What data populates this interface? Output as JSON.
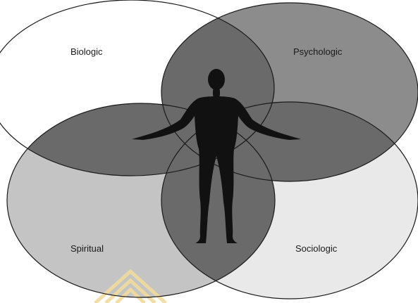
{
  "diagram": {
    "type": "four-circle-venn",
    "sets": [
      {
        "id": "biologic",
        "label": "Biologic",
        "fill": "#ffffff"
      },
      {
        "id": "psychologic",
        "label": "Psychologic",
        "fill": "#8c8c8c"
      },
      {
        "id": "spiritual",
        "label": "Spiritual",
        "fill": "#c4c4c4"
      },
      {
        "id": "sociologic",
        "label": "Sociologic",
        "fill": "#e9e9e9"
      }
    ],
    "overlap_colors": {
      "dark": "#6a6a6a",
      "darker": "#555555"
    },
    "center_figure": {
      "icon": "human-figure-icon",
      "color": "#111111"
    },
    "watermark": {
      "icon": "chevron-watermark-icon",
      "color": "#f1dc9c"
    }
  }
}
